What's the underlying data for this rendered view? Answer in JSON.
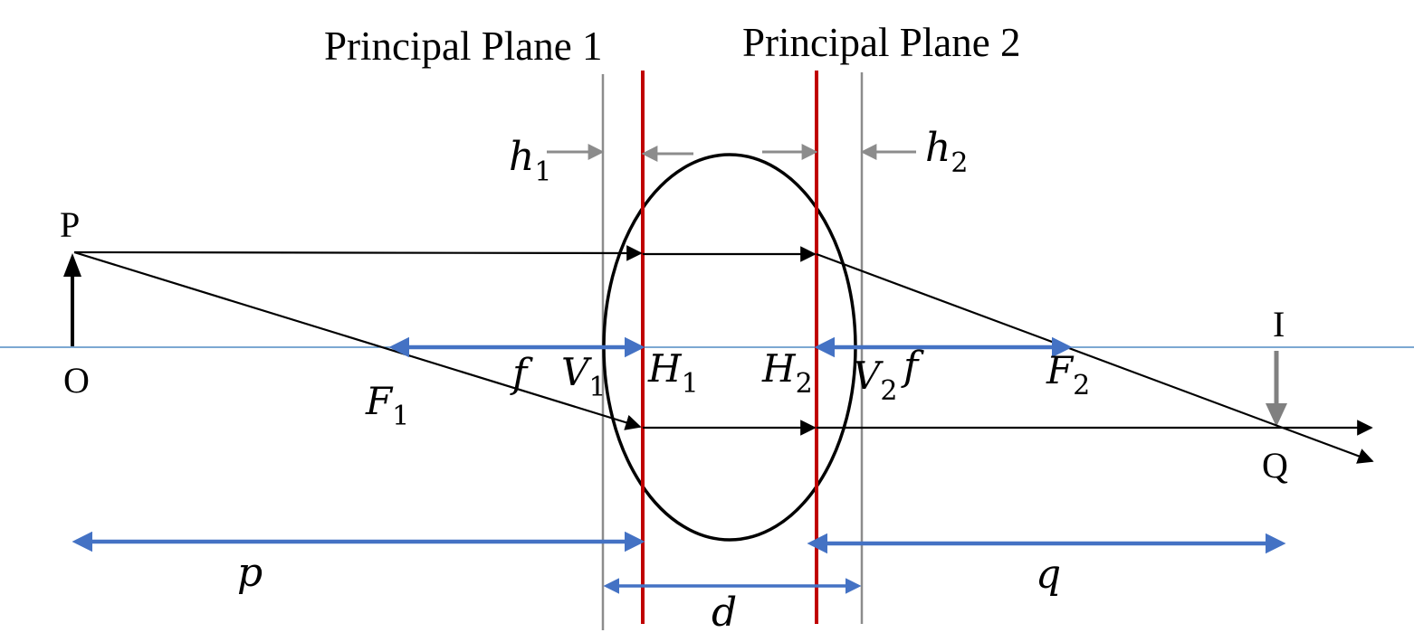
{
  "headings": {
    "plane1": "Principal Plane 1",
    "plane2": "Principal Plane 2"
  },
  "points": {
    "P": "P",
    "O": "O",
    "I": "I",
    "Q": "Q"
  },
  "symbols": {
    "h1": {
      "base": "h",
      "sub": "1"
    },
    "h2": {
      "base": "h",
      "sub": "2"
    },
    "F1": {
      "base": "F",
      "sub": "1"
    },
    "F2": {
      "base": "F",
      "sub": "2"
    },
    "V1": {
      "base": "V",
      "sub": "1"
    },
    "V2": {
      "base": "V",
      "sub": "2"
    },
    "H1": {
      "base": "H",
      "sub": "1"
    },
    "H2": {
      "base": "H",
      "sub": "2"
    },
    "f_left": "f",
    "f_right": "f",
    "p": "p",
    "q": "q",
    "d": "d"
  },
  "colors": {
    "principal_plane": "#c00000",
    "vertex_plane": "#8c8c8c",
    "dimension_arrow": "#4472c4",
    "optical_axis": "#2e75b6",
    "ray": "#000000",
    "lens": "#000000",
    "image_arrow": "#808080"
  }
}
